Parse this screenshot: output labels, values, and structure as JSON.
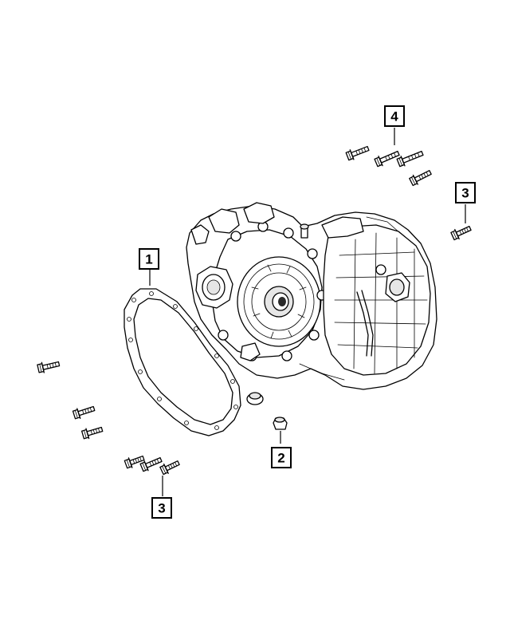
{
  "diagram": {
    "callouts": [
      {
        "id": "c1",
        "label": "1"
      },
      {
        "id": "c2",
        "label": "2"
      },
      {
        "id": "c3a",
        "label": "3"
      },
      {
        "id": "c3b",
        "label": "3"
      },
      {
        "id": "c4",
        "label": "4"
      }
    ],
    "line_color": "#000000",
    "background": "#ffffff"
  }
}
